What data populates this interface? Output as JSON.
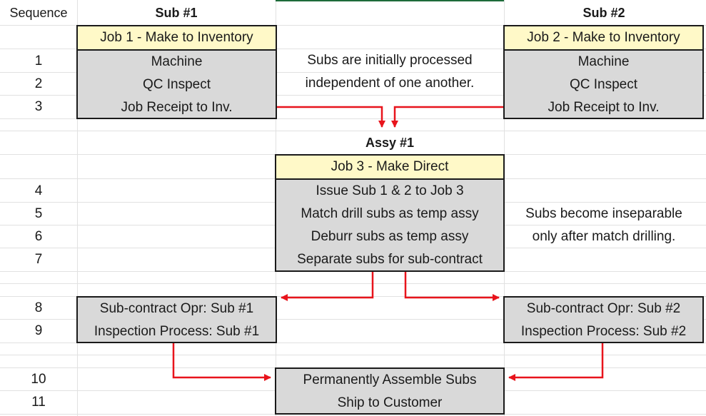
{
  "sequence_header": "Sequence",
  "sequence_numbers": [
    "1",
    "2",
    "3",
    "4",
    "5",
    "6",
    "7",
    "8",
    "9",
    "10",
    "11"
  ],
  "headers": {
    "sub1": "Sub #1",
    "sub2": "Sub #2",
    "assy": "Assy #1"
  },
  "job1": {
    "title": "Job 1 - Make to Inventory",
    "rows": [
      "Machine",
      "QC Inspect",
      "Job Receipt to Inv."
    ]
  },
  "job2": {
    "title": "Job 2 - Make to Inventory",
    "rows": [
      "Machine",
      "QC Inspect",
      "Job Receipt to Inv."
    ]
  },
  "job3": {
    "title": "Job 3 - Make Direct",
    "rows": [
      "Issue Sub 1 & 2 to Job 3",
      "Match drill subs as temp assy",
      "Deburr subs as temp assy",
      "Separate subs for sub-contract"
    ]
  },
  "sub1_ops": {
    "rows": [
      "Sub-contract Opr: Sub #1",
      "Inspection Process: Sub #1"
    ]
  },
  "sub2_ops": {
    "rows": [
      "Sub-contract Opr: Sub #2",
      "Inspection Process: Sub #2"
    ]
  },
  "final": {
    "rows": [
      "Permanently Assemble Subs",
      "Ship  to Customer"
    ]
  },
  "notes": {
    "top": [
      "Subs are initially processed",
      "independent of one another."
    ],
    "mid": [
      "Subs become inseparable",
      "only after match drilling."
    ]
  },
  "colors": {
    "arrow": "#e8141c",
    "box_fill": "#d9d9d9",
    "title_fill": "#fff9c8",
    "grid": "#e1e1e1"
  }
}
